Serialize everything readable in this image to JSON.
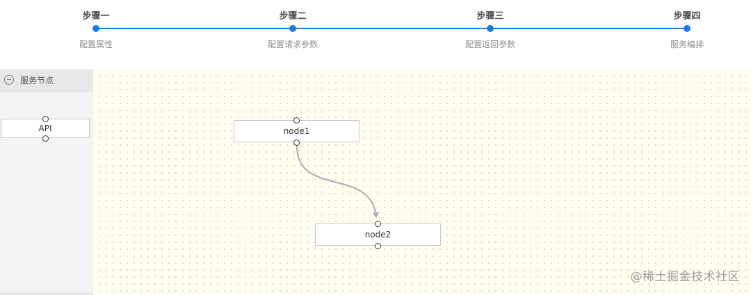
{
  "steps": [
    {
      "title": "步骤一",
      "description": "配置属性"
    },
    {
      "title": "步骤二",
      "description": "配置请求参数"
    },
    {
      "title": "步骤三",
      "description": "配置返回参数"
    },
    {
      "title": "步骤四",
      "description": "服务编排"
    }
  ],
  "sidebar": {
    "panel_title": "服务节点",
    "collapse_icon": "minus-circle-icon",
    "items": [
      {
        "label": "API"
      }
    ]
  },
  "canvas": {
    "nodes": [
      {
        "id": "node1",
        "label": "node1"
      },
      {
        "id": "node2",
        "label": "node2"
      }
    ],
    "edges": [
      {
        "from": "node1",
        "to": "node2"
      }
    ]
  },
  "watermark": "@稀土掘金技术社区",
  "colors": {
    "accent": "#1b7be6",
    "canvas_bg": "#fffdf0",
    "edge": "#a8acb4"
  }
}
